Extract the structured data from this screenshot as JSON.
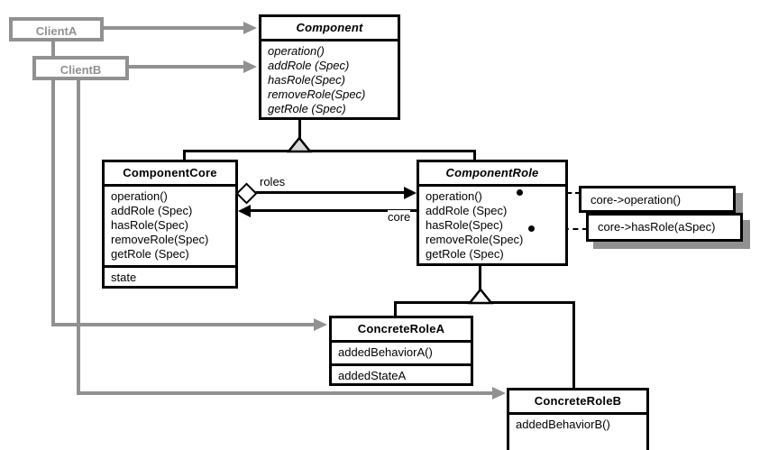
{
  "diagram": {
    "title": "Role Object Pattern UML Class Diagram",
    "colors": {
      "line": "#000000",
      "client": "#919191",
      "shadow": "#919191",
      "background": "#ffffff"
    }
  },
  "clients": [
    {
      "name": "ClientA",
      "label": "ClientA"
    },
    {
      "name": "ClientB",
      "label": "ClientB"
    }
  ],
  "classes": {
    "component": {
      "name": "Component",
      "abstract": true,
      "operations": [
        "operation()",
        "addRole (Spec)",
        "hasRole(Spec)",
        "removeRole(Spec)",
        "getRole (Spec)"
      ]
    },
    "component_core": {
      "name": "ComponentCore",
      "abstract": false,
      "operations": [
        "operation()",
        "addRole (Spec)",
        "hasRole(Spec)",
        "removeRole(Spec)",
        "getRole (Spec)"
      ],
      "attributes": [
        "state"
      ]
    },
    "component_role": {
      "name": "ComponentRole",
      "abstract": true,
      "operations": [
        "operation()",
        "addRole (Spec)",
        "hasRole(Spec)",
        "removeRole(Spec)",
        "getRole (Spec)"
      ]
    },
    "concrete_role_a": {
      "name": "ConcreteRoleA",
      "abstract": false,
      "operations": [
        "addedBehaviorA()"
      ],
      "attributes": [
        "addedStateA"
      ]
    },
    "concrete_role_b": {
      "name": "ConcreteRoleB",
      "abstract": false,
      "operations": [
        "addedBehaviorB()"
      ]
    }
  },
  "notes": [
    {
      "name": "note-core-operation",
      "text": "core->operation()"
    },
    {
      "name": "note-core-hasrole",
      "text": "core->hasRole(aSpec)"
    }
  ],
  "edge_labels": {
    "roles": "roles",
    "core": "core"
  }
}
